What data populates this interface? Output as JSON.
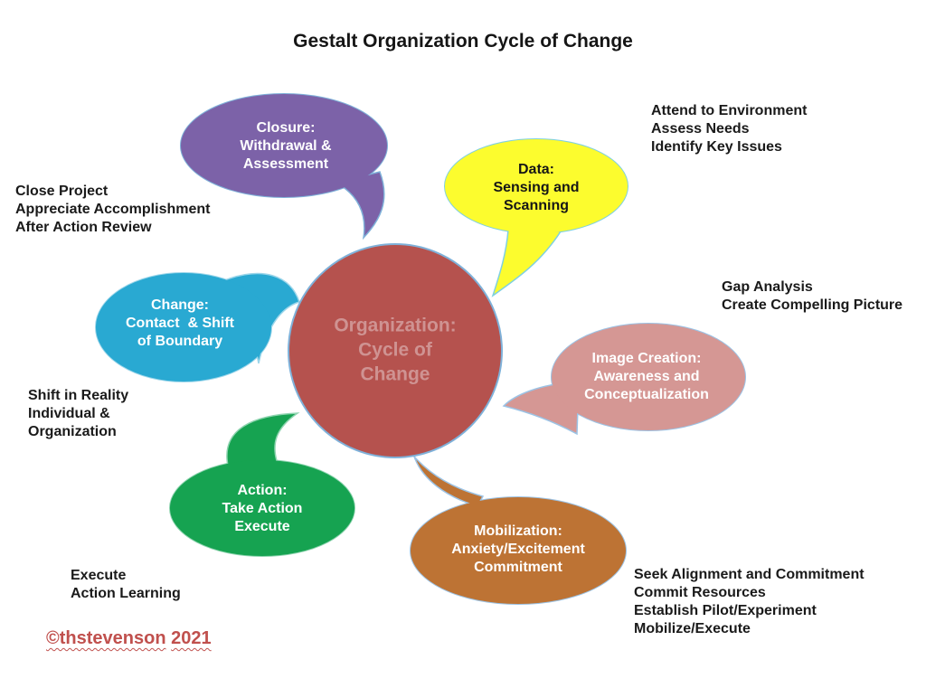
{
  "title": "Gestalt Organization Cycle of Change",
  "center": {
    "label": "Organization:\nCycle of\nChange",
    "fill": "#b5524e",
    "text_color": "#cf9392",
    "outline": "#7fb1d9"
  },
  "bubbles": [
    {
      "id": "closure",
      "label": "Closure:\nWithdrawal &\nAssessment",
      "fill": "#7c62a8",
      "text_color": "#ffffff"
    },
    {
      "id": "data",
      "label": "Data:\nSensing and\nScanning",
      "fill": "#fcfc2e",
      "text_color": "#161616"
    },
    {
      "id": "change",
      "label": "Change:\nContact  & Shift\nof Boundary",
      "fill": "#29a9d2",
      "text_color": "#ffffff"
    },
    {
      "id": "image-creation",
      "label": "Image Creation:\nAwareness and\nConceptualization",
      "fill": "#d59794",
      "text_color": "#ffffff"
    },
    {
      "id": "action",
      "label": "Action:\nTake Action\nExecute",
      "fill": "#16a351",
      "text_color": "#ffffff"
    },
    {
      "id": "mobilization",
      "label": "Mobilization:\nAnxiety/Excitement\nCommitment",
      "fill": "#bd7334",
      "text_color": "#ffffff"
    }
  ],
  "annotations": [
    {
      "id": "attend-environment",
      "text": "Attend to Environment\nAssess Needs\nIdentify Key Issues"
    },
    {
      "id": "close-project",
      "text": "Close Project\nAppreciate Accomplishment\nAfter Action Review"
    },
    {
      "id": "gap-analysis",
      "text": "Gap Analysis\nCreate Compelling Picture"
    },
    {
      "id": "shift-in-reality",
      "text": "Shift in Reality\nIndividual &\nOrganization"
    },
    {
      "id": "execute",
      "text": "Execute\nAction Learning"
    },
    {
      "id": "seek-alignment",
      "text": "Seek Alignment and Commitment\nCommit Resources\nEstablish Pilot/Experiment\nMobilize/Execute"
    }
  ],
  "footer": {
    "name": "©thstevenson",
    "year": "2021",
    "color": "#c0504d"
  }
}
